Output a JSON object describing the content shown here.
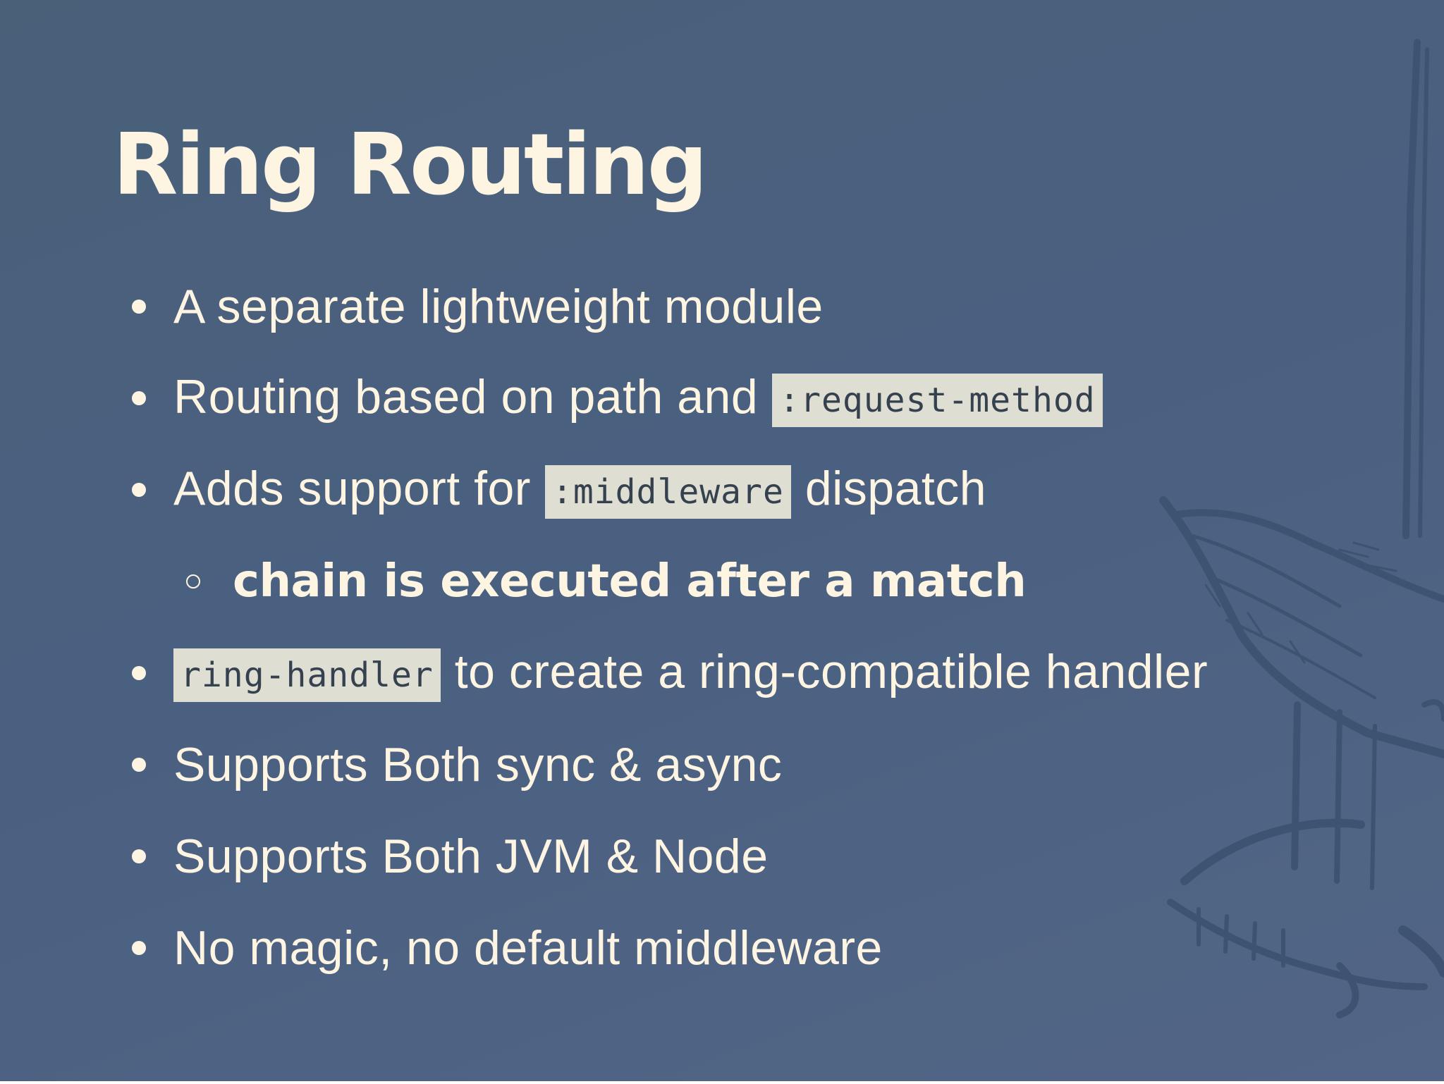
{
  "slide": {
    "title": "Ring Routing",
    "background_color": "#4a6080",
    "text_color": "#fdf5e2",
    "code_background": "#dedfd2",
    "bullets": [
      {
        "text": "A separate lightweight module"
      },
      {
        "text_before": "Routing based on path and",
        "code": ":request-method"
      },
      {
        "text_before": "Adds support for",
        "code": ":middleware",
        "text_after": "dispatch"
      },
      {
        "text": "chain is executed after a match",
        "level": 2
      },
      {
        "code": "ring-handler",
        "text_after": "to create a ring-compatible handler"
      },
      {
        "text": "Supports Both sync & async"
      },
      {
        "text": "Supports Both JVM & Node"
      },
      {
        "text": "No magic, no default middleware"
      }
    ],
    "decoration_icon": "ship-sketch-icon"
  }
}
